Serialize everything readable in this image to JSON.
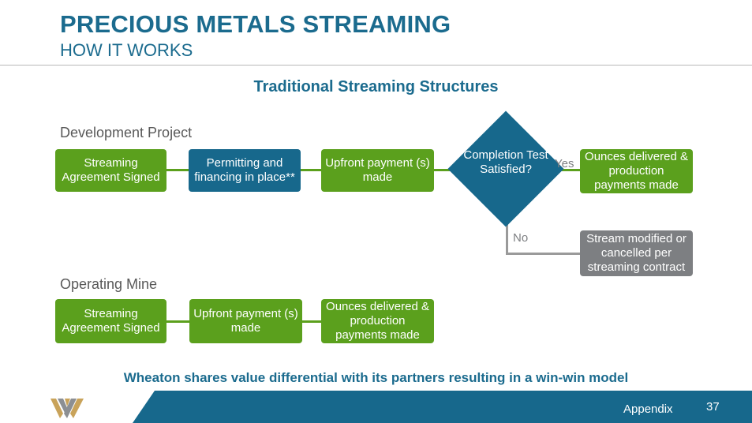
{
  "header": {
    "title": "PRECIOUS METALS STREAMING",
    "subtitle": "HOW IT WORKS"
  },
  "section_title": "Traditional Streaming Structures",
  "development": {
    "label": "Development Project",
    "step1": "Streaming Agreement Signed",
    "step2": "Permitting and financing in place**",
    "step3": "Upfront payment (s) made",
    "decision": "Completion Test Satisfied?",
    "yes_label": "Yes",
    "no_label": "No",
    "yes_outcome": "Ounces delivered & production payments made",
    "no_outcome": "Stream modified or cancelled per streaming contract"
  },
  "operating": {
    "label": "Operating Mine",
    "step1": "Streaming Agreement Signed",
    "step2": "Upfront payment (s) made",
    "step3": "Ounces delivered & production payments made"
  },
  "tagline": "Wheaton shares value differential with its partners resulting in a win-win model",
  "footer": {
    "section": "Appendix",
    "page_number": "37"
  },
  "colors": {
    "brand_blue": "#17688c",
    "step_green": "#5ba01d",
    "outcome_grey": "#7d7f82",
    "logo_gold": "#c9a35a"
  }
}
